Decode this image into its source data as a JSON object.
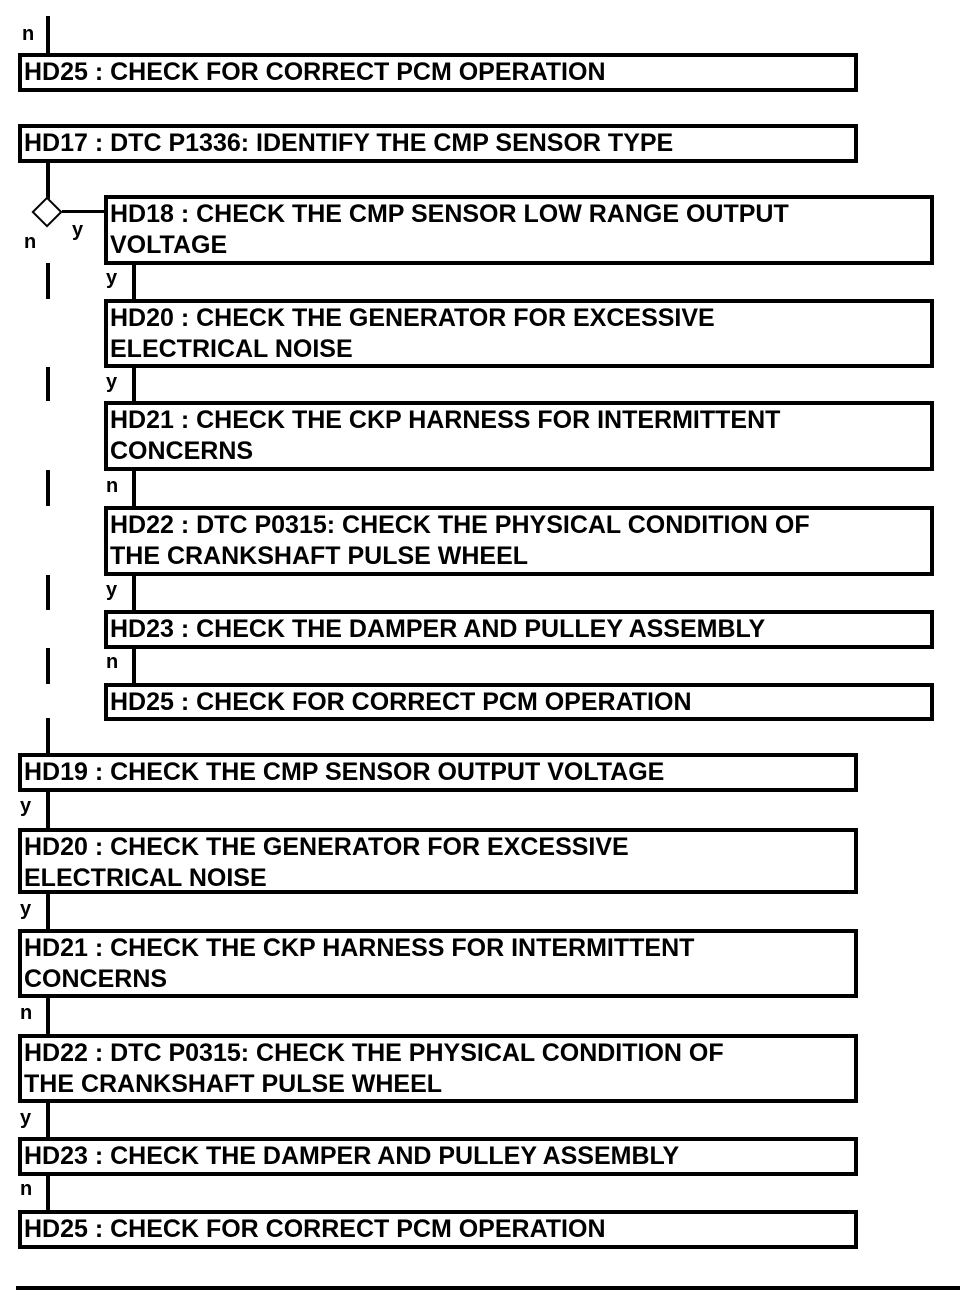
{
  "top_branch_label": "n",
  "boxes": {
    "hd25_top": "HD25 : CHECK FOR CORRECT PCM OPERATION",
    "hd17": "HD17 : DTC P1336: IDENTIFY THE CMP SENSOR TYPE",
    "hd18": [
      "HD18 : CHECK THE CMP SENSOR LOW RANGE OUTPUT",
      "VOLTAGE"
    ],
    "hd20_inner": [
      "HD20 : CHECK THE GENERATOR FOR EXCESSIVE",
      "ELECTRICAL NOISE"
    ],
    "hd21_inner": [
      "HD21 : CHECK THE CKP HARNESS FOR INTERMITTENT",
      "CONCERNS"
    ],
    "hd22_inner": [
      "HD22 : DTC P0315: CHECK THE PHYSICAL CONDITION OF",
      "THE CRANKSHAFT PULSE WHEEL"
    ],
    "hd23_inner": "HD23 : CHECK THE DAMPER AND PULLEY ASSEMBLY",
    "hd25_inner": "HD25 : CHECK FOR CORRECT PCM OPERATION",
    "hd19": "HD19 : CHECK THE CMP SENSOR OUTPUT VOLTAGE",
    "hd20_outer": [
      "HD20 : CHECK THE GENERATOR FOR EXCESSIVE",
      "ELECTRICAL NOISE"
    ],
    "hd21_outer": [
      "HD21 : CHECK THE CKP HARNESS FOR INTERMITTENT",
      "CONCERNS"
    ],
    "hd22_outer": [
      "HD22 : DTC P0315: CHECK THE PHYSICAL CONDITION OF",
      "THE CRANKSHAFT PULSE WHEEL"
    ],
    "hd23_outer": "HD23 : CHECK THE DAMPER AND PULLEY ASSEMBLY",
    "hd25_outer": "HD25 : CHECK FOR CORRECT PCM OPERATION"
  },
  "decision": {
    "no_label": "n",
    "yes_label": "y"
  },
  "inner_labels": [
    "y",
    "y",
    "n",
    "y",
    "n"
  ],
  "outer_labels": [
    "y",
    "y",
    "n",
    "y",
    "n"
  ]
}
